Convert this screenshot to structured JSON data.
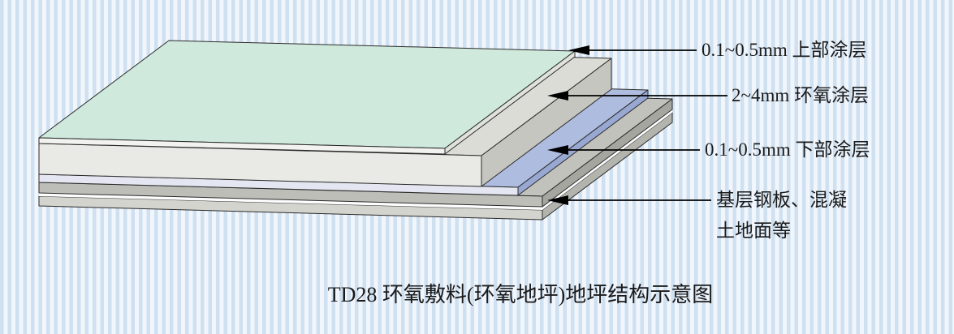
{
  "background": {
    "stripe_color_a": "#cfe0f1",
    "stripe_color_b": "#f1f6fc"
  },
  "diagram": {
    "title": "TD28 环氧敷料(环氧地坪)地坪结构示意图",
    "annotations": [
      {
        "id": "upper-coating",
        "text": "0.1~0.5mm 上部涂层"
      },
      {
        "id": "epoxy-coating",
        "text": "2~4mm 环氧涂层"
      },
      {
        "id": "lower-coating",
        "text": "0.1~0.5mm 下部涂层"
      },
      {
        "id": "base-layer",
        "text": "基层钢板、混凝\n土地面等"
      }
    ],
    "colors": {
      "upper_top": "#cfe9dc",
      "upper_front": "#f2f3ef",
      "upper_right": "#e0e2dc",
      "epoxy_top": "#dcdcd7",
      "epoxy_front": "#e9e9e5",
      "epoxy_right": "#c6c6c0",
      "lower_top": "#aebce0",
      "lower_front": "#e4e7f2",
      "lower_right": "#98a8d2",
      "base1_top": "#c2c2bd",
      "base1_front": "#bebeb9",
      "base1_right": "#a6a6a1",
      "gap": "#fdfdfd",
      "base2_top": "#e6e5e0",
      "base2_front": "#d4d4cf",
      "base2_right": "#b4b4af",
      "arrow": "#000000"
    }
  }
}
